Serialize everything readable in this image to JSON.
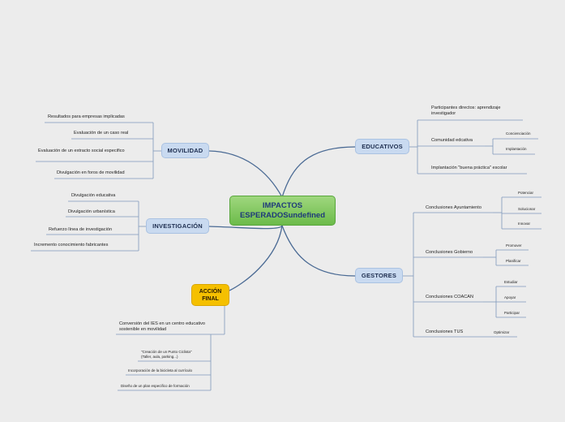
{
  "central": {
    "line1": "IMPACTOS",
    "line2": "ESPERADOSundefined"
  },
  "movilidad": {
    "label": "MOVILIDAD",
    "items": [
      "Resultados para empresas implicadas",
      "Evaluación de un caso real",
      "Evaluación de un extracto social especifico",
      "Divulgación en foros de movilidad"
    ]
  },
  "investigacion": {
    "label": "INVESTIGACIÓN",
    "items": [
      "Divulgación educativa",
      "Divulgación urbanística",
      "Refuerzo línea de investigación",
      "Incremento conocimiento fabricantes"
    ]
  },
  "accion": {
    "line1": "ACCIÓN",
    "line2": "FINAL",
    "items": [
      "Conversión del IES en un centro educativo sostenible en movilidad",
      "\"Creación de un Punto Ciclista\" (Taller, aula, parking...)",
      "Incorporación de la bicicleta al currículo",
      "Diseño de un plan especifico de formación"
    ]
  },
  "educativos": {
    "label": "EDUCATIVOS",
    "participantes": "Participantes directos: aprendizaje investigador",
    "comunidad": "Comunidad edcativa",
    "comunidad_sub": [
      "Concienciación",
      "Implantación"
    ],
    "implantacion": "Implantación \"buena práctica\" escolar"
  },
  "gestores": {
    "label": "GESTORES",
    "ayuntamiento": "Conclusiones Ayuntamiento",
    "ayuntamiento_sub": [
      "Potenciar",
      "Solucionar",
      "Innovar"
    ],
    "gobierno": "Conclusiones Gobierno",
    "gobierno_sub": [
      "Promover",
      "Planificar"
    ],
    "coacan": "Conclusiones COACAN",
    "coacan_sub": [
      "Estudiar",
      "Apoyar",
      "Participar"
    ],
    "tus": "Conclusiones TUS",
    "tus_sub": [
      "Optimizar"
    ]
  }
}
